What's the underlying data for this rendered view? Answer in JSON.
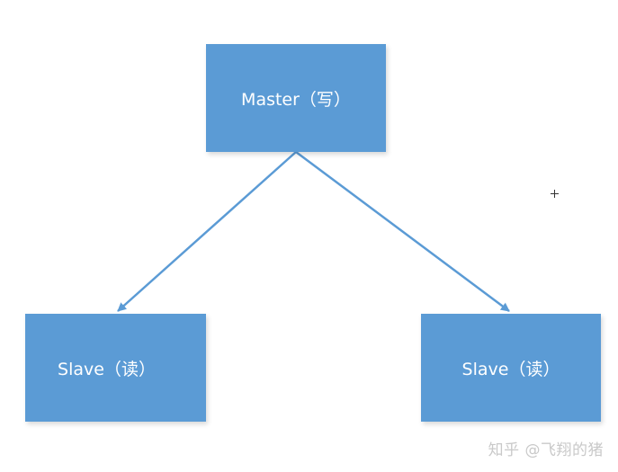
{
  "nodes": {
    "master": "Master（写）",
    "slave_left": "Slave（读）",
    "slave_right": "Slave（读）"
  },
  "watermark": "知乎 @飞翔的猪",
  "colors": {
    "node_fill": "#5b9bd5",
    "connector": "#5b9bd5"
  }
}
